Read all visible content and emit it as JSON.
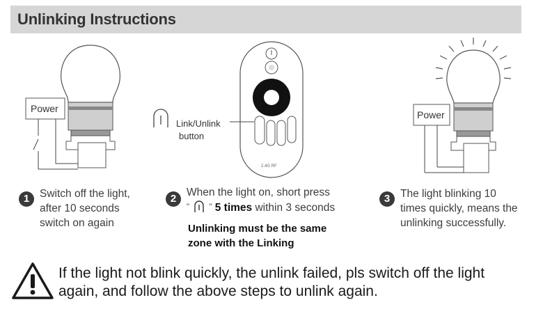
{
  "header": {
    "title": "Unlinking Instructions"
  },
  "illustrations": {
    "power_label_left": "Power",
    "power_label_right": "Power",
    "remote_callout_line1": "Link/Unlink",
    "remote_callout_line2": "button",
    "remote_brand": "2.4G RF"
  },
  "steps": [
    {
      "number": "1",
      "lines": [
        "Switch off the light,",
        "after 10 seconds",
        "switch on again"
      ]
    },
    {
      "number": "2",
      "line1": "When the light on, short press",
      "quote_open": "\"",
      "quote_close": "\"",
      "times_bold": "5 times",
      "times_rest": "within 3 seconds"
    },
    {
      "number": "3",
      "lines": [
        "The light blinking 10",
        "times quickly, means the",
        "unlinking successfully."
      ]
    }
  ],
  "note": {
    "lines": [
      "Unlinking must be the same",
      "zone with the Linking"
    ]
  },
  "warning": {
    "icon": "warning-triangle-icon",
    "lines": [
      "If the light not blink quickly, the unlink failed, pls switch off the light",
      "again, and follow the above steps to unlink again."
    ]
  },
  "colors": {
    "header_bg": "#d6d6d6",
    "badge": "#3a3a3a"
  }
}
